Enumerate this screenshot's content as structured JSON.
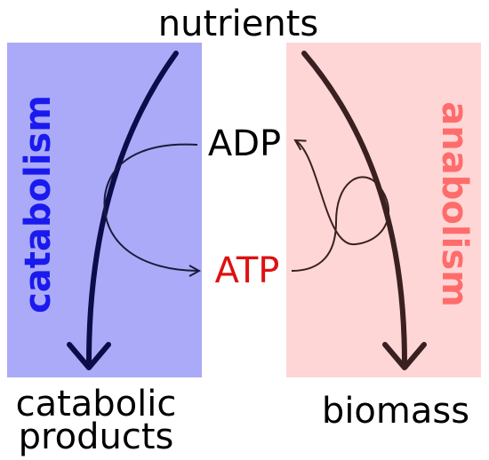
{
  "labels": {
    "top": "nutrients",
    "left_bottom_line1": "catabolic",
    "left_bottom_line2": "products",
    "right_bottom": "biomass",
    "adp": "ADP",
    "atp": "ATP",
    "left_vertical": "catabolism",
    "right_vertical": "anabolism"
  },
  "colors": {
    "catabolism_panel": "#aaaaf8",
    "anabolism_panel": "#ffd6d6",
    "catabolism_text": "#1a1aee",
    "anabolism_text": "#ff6c6c",
    "catabolism_arrow": "#0c0c4a",
    "anabolism_arrow": "#3a2020",
    "atp_text": "#dd1111",
    "adp_text": "#000000",
    "label_text": "#000000"
  }
}
